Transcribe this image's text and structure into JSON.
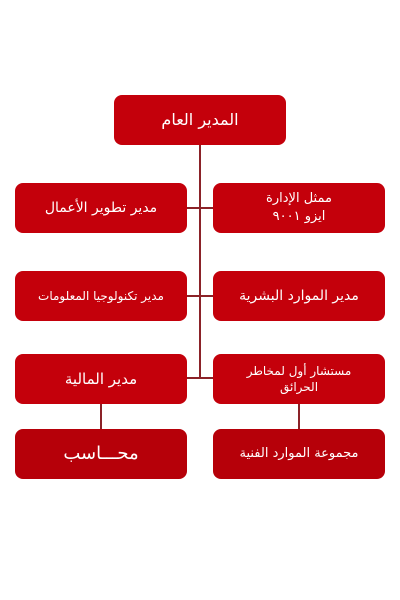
{
  "org_chart": {
    "general_manager": "المدير العام",
    "business_development_manager": "مدير تطوير الأعمال",
    "management_rep": {
      "line1": "ممثل الإدارة",
      "line2": "ايزو ٩٠٠١"
    },
    "it_manager": "مدير تكنولوجيا المعلومات",
    "hr_manager": "مدير الموارد البشرية",
    "finance_manager": "مدير المالية",
    "fire_risk_consultant": {
      "line1": "مستشار أول لمخاطر",
      "line2": "الحرائق"
    },
    "accountant": "محـــاسب",
    "technical_resources_group": "مجموعة الموارد الفنية"
  },
  "colors": {
    "box_primary": "#c4000b",
    "box_secondary": "#b60009",
    "connector": "#8b2228",
    "text": "#ffffff"
  }
}
